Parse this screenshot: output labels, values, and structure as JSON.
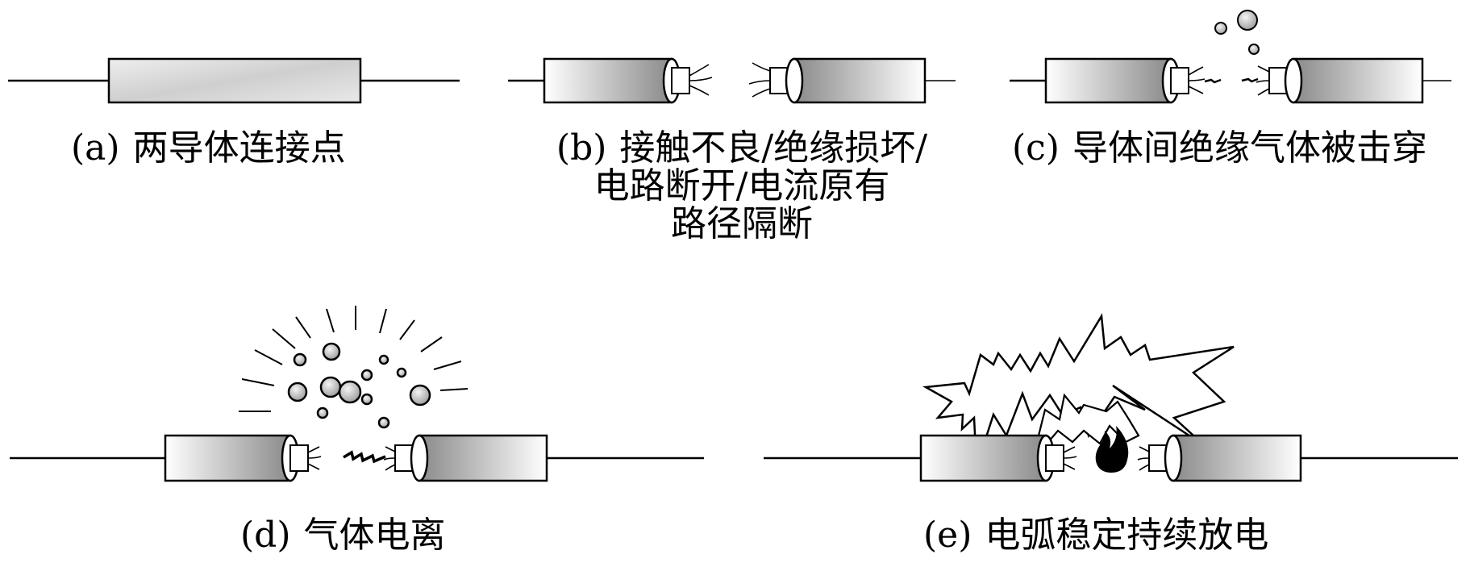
{
  "panels": [
    {
      "tag": "(a)",
      "lines": [
        "两导体连接点"
      ]
    },
    {
      "tag": "(b)",
      "lines": [
        "接触不良/绝缘损坏/",
        "电路断开/电流原有",
        "路径隔断"
      ]
    },
    {
      "tag": "(c)",
      "lines": [
        "导体间绝缘气体被击穿"
      ]
    },
    {
      "tag": "(d)",
      "lines": [
        "气体电离"
      ]
    },
    {
      "tag": "(e)",
      "lines": [
        "电弧稳定持续放电"
      ]
    }
  ]
}
